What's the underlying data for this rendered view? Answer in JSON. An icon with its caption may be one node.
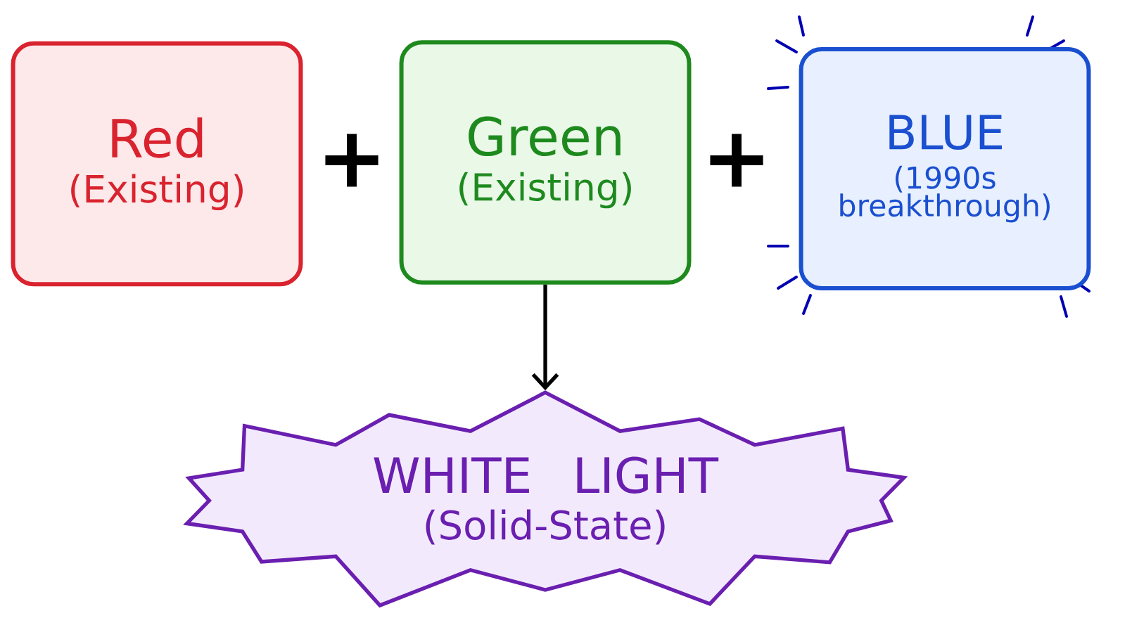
{
  "diagram": {
    "nodes": [
      {
        "text": [
          "Red",
          "(Existing)"
        ]
      },
      {
        "text": [
          "Green",
          "(Existing)"
        ]
      },
      {
        "text": [
          "BLUE",
          "(1990s breakthrough)"
        ]
      },
      {
        "text": [
          "WHITE LIGHT",
          "(Solid-State)"
        ]
      }
    ],
    "edges": [
      {
        "from": 1,
        "to": 3,
        "arrow": "to"
      }
    ],
    "labels": [
      "+",
      "+"
    ]
  }
}
